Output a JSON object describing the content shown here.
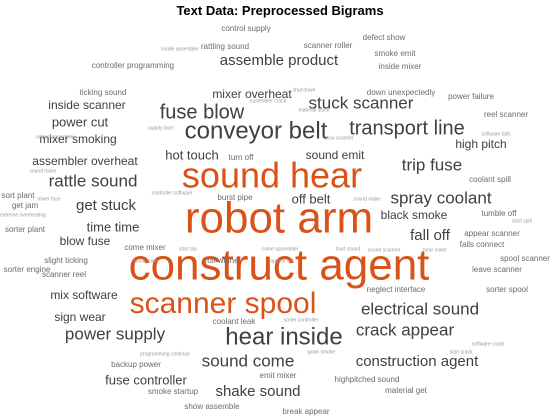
{
  "chart_data": {
    "type": "wordcloud",
    "title": "Text Data: Preprocessed Bigrams",
    "colors": {
      "highlight": "#d95319",
      "text": "#404040",
      "muted": "#6b6b6b",
      "faint": "#9a9a9a"
    },
    "words": [
      {
        "text": "robot arm",
        "weight": 100,
        "color": "highlight"
      },
      {
        "text": "construct agent",
        "weight": 92,
        "color": "highlight"
      },
      {
        "text": "sound hear",
        "weight": 80,
        "color": "highlight"
      },
      {
        "text": "scanner spool",
        "weight": 64,
        "color": "highlight"
      },
      {
        "text": "conveyor belt",
        "weight": 55,
        "color": "text"
      },
      {
        "text": "hear inside",
        "weight": 53,
        "color": "text"
      },
      {
        "text": "fuse blow",
        "weight": 45,
        "color": "text"
      },
      {
        "text": "transport line",
        "weight": 45,
        "color": "text"
      },
      {
        "text": "stuck scanner",
        "weight": 40,
        "color": "text"
      },
      {
        "text": "rattle sound",
        "weight": 38,
        "color": "text"
      },
      {
        "text": "trip fuse",
        "weight": 38,
        "color": "text"
      },
      {
        "text": "electrical sound",
        "weight": 38,
        "color": "text"
      },
      {
        "text": "crack appear",
        "weight": 38,
        "color": "text"
      },
      {
        "text": "sound come",
        "weight": 38,
        "color": "text"
      },
      {
        "text": "power supply",
        "weight": 36,
        "color": "text"
      },
      {
        "text": "spray coolant",
        "weight": 36,
        "color": "text"
      },
      {
        "text": "assemble product",
        "weight": 34,
        "color": "text"
      },
      {
        "text": "construction agent",
        "weight": 34,
        "color": "text"
      },
      {
        "text": "get stuck",
        "weight": 32,
        "color": "text"
      },
      {
        "text": "fall off",
        "weight": 32,
        "color": "text"
      },
      {
        "text": "shake sound",
        "weight": 30,
        "color": "text"
      },
      {
        "text": "power cut",
        "weight": 28,
        "color": "text"
      },
      {
        "text": "time time",
        "weight": 28,
        "color": "text"
      },
      {
        "text": "off belt",
        "weight": 28,
        "color": "text"
      },
      {
        "text": "hot touch",
        "weight": 26,
        "color": "text"
      },
      {
        "text": "fuse controller",
        "weight": 26,
        "color": "text"
      },
      {
        "text": "mixer overheat",
        "weight": 24,
        "color": "text"
      },
      {
        "text": "inside scanner",
        "weight": 24,
        "color": "text"
      },
      {
        "text": "mixer smoking",
        "weight": 24,
        "color": "text"
      },
      {
        "text": "blow fuse",
        "weight": 24,
        "color": "text"
      },
      {
        "text": "mix software",
        "weight": 24,
        "color": "text"
      },
      {
        "text": "sign wear",
        "weight": 24,
        "color": "text"
      },
      {
        "text": "assembler overheat",
        "weight": 24,
        "color": "text"
      },
      {
        "text": "sound emit",
        "weight": 22,
        "color": "text"
      },
      {
        "text": "black smoke",
        "weight": 22,
        "color": "text"
      },
      {
        "text": "high pitch",
        "weight": 20,
        "color": "text"
      },
      {
        "text": "control supply",
        "weight": 13,
        "color": "muted"
      },
      {
        "text": "defect show",
        "weight": 13,
        "color": "muted"
      },
      {
        "text": "rattling sound",
        "weight": 13,
        "color": "muted"
      },
      {
        "text": "scanner roller",
        "weight": 13,
        "color": "muted"
      },
      {
        "text": "inside assembler",
        "weight": 10,
        "color": "faint"
      },
      {
        "text": "smoke emit",
        "weight": 13,
        "color": "muted"
      },
      {
        "text": "controller programming",
        "weight": 13,
        "color": "muted"
      },
      {
        "text": "inside mixer",
        "weight": 13,
        "color": "muted"
      },
      {
        "text": "ticking sound",
        "weight": 13,
        "color": "muted"
      },
      {
        "text": "shut down",
        "weight": 10,
        "color": "faint"
      },
      {
        "text": "down unexpectedly",
        "weight": 13,
        "color": "muted"
      },
      {
        "text": "power failure",
        "weight": 13,
        "color": "muted"
      },
      {
        "text": "assembler crack",
        "weight": 10,
        "color": "faint"
      },
      {
        "text": "material stuck",
        "weight": 10,
        "color": "faint"
      },
      {
        "text": "reel scanner",
        "weight": 13,
        "color": "muted"
      },
      {
        "text": "supply burn",
        "weight": 10,
        "color": "faint"
      },
      {
        "text": "software fails",
        "weight": 10,
        "color": "faint"
      },
      {
        "text": "output assembler",
        "weight": 10,
        "color": "faint"
      },
      {
        "text": "blow scanner",
        "weight": 10,
        "color": "faint"
      },
      {
        "text": "turn off",
        "weight": 13,
        "color": "muted"
      },
      {
        "text": "sound mixer",
        "weight": 10,
        "color": "faint"
      },
      {
        "text": "coolant spill",
        "weight": 13,
        "color": "muted"
      },
      {
        "text": "controller software",
        "weight": 10,
        "color": "faint"
      },
      {
        "text": "mixer fuse",
        "weight": 10,
        "color": "faint"
      },
      {
        "text": "sort plant",
        "weight": 13,
        "color": "muted"
      },
      {
        "text": "burst pipe",
        "weight": 13,
        "color": "muted"
      },
      {
        "text": "sound make",
        "weight": 10,
        "color": "faint"
      },
      {
        "text": "get jam",
        "weight": 13,
        "color": "muted"
      },
      {
        "text": "extreme overheating",
        "weight": 10,
        "color": "faint"
      },
      {
        "text": "tumble off",
        "weight": 13,
        "color": "muted"
      },
      {
        "text": "sorter plant",
        "weight": 13,
        "color": "muted"
      },
      {
        "text": "start split",
        "weight": 10,
        "color": "faint"
      },
      {
        "text": "appear scanner",
        "weight": 13,
        "color": "muted"
      },
      {
        "text": "come mixer",
        "weight": 13,
        "color": "muted"
      },
      {
        "text": "start trip",
        "weight": 10,
        "color": "faint"
      },
      {
        "text": "come assembler",
        "weight": 10,
        "color": "faint"
      },
      {
        "text": "loud sound",
        "weight": 10,
        "color": "faint"
      },
      {
        "text": "sound scanner",
        "weight": 10,
        "color": "faint"
      },
      {
        "text": "hear mixer",
        "weight": 10,
        "color": "faint"
      },
      {
        "text": "fails connect",
        "weight": 13,
        "color": "muted"
      },
      {
        "text": "slight ticking",
        "weight": 13,
        "color": "muted"
      },
      {
        "text": "spool scanner",
        "weight": 13,
        "color": "muted"
      },
      {
        "text": "sorter engine",
        "weight": 13,
        "color": "muted"
      },
      {
        "text": "leave scanner",
        "weight": 13,
        "color": "muted"
      },
      {
        "text": "scanner reel",
        "weight": 13,
        "color": "muted"
      },
      {
        "text": "stuck mixer",
        "weight": 10,
        "color": "faint"
      },
      {
        "text": "coil whine",
        "weight": 13,
        "color": "muted"
      },
      {
        "text": "appear cut",
        "weight": 10,
        "color": "faint"
      },
      {
        "text": "neglect interface",
        "weight": 13,
        "color": "muted"
      },
      {
        "text": "sorter spool",
        "weight": 13,
        "color": "muted"
      },
      {
        "text": "coolant leak",
        "weight": 13,
        "color": "muted"
      },
      {
        "text": "sorter controller",
        "weight": 10,
        "color": "faint"
      },
      {
        "text": "programming continue",
        "weight": 10,
        "color": "faint"
      },
      {
        "text": "spark smoke",
        "weight": 10,
        "color": "faint"
      },
      {
        "text": "software crash",
        "weight": 10,
        "color": "faint"
      },
      {
        "text": "start crack",
        "weight": 10,
        "color": "faint"
      },
      {
        "text": "backup power",
        "weight": 13,
        "color": "muted"
      },
      {
        "text": "emit mixer",
        "weight": 13,
        "color": "muted"
      },
      {
        "text": "highpitched sound",
        "weight": 13,
        "color": "muted"
      },
      {
        "text": "smoke startup",
        "weight": 13,
        "color": "muted"
      },
      {
        "text": "material get",
        "weight": 13,
        "color": "muted"
      },
      {
        "text": "show assemble",
        "weight": 13,
        "color": "muted"
      },
      {
        "text": "break appear",
        "weight": 13,
        "color": "muted"
      }
    ]
  }
}
